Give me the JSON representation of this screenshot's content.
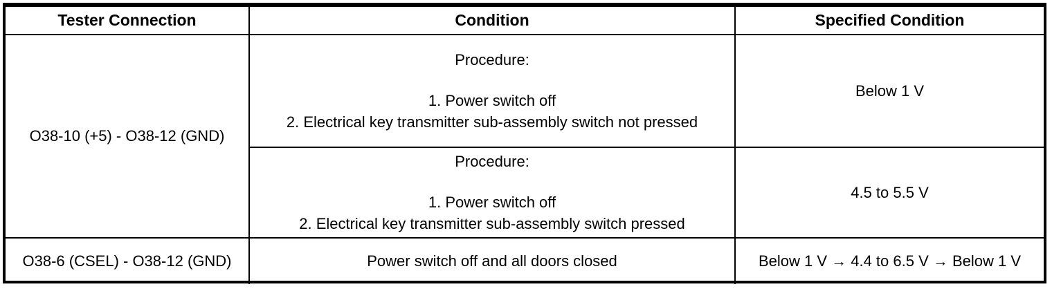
{
  "table": {
    "headers": [
      "Tester Connection",
      "Condition",
      "Specified Condition"
    ],
    "rows": [
      {
        "tester_connection": "O38-10 (+5) - O38-12 (GND)",
        "condition": {
          "title": "Procedure:",
          "steps": [
            "1.  Power switch off",
            "2.  Electrical key transmitter sub-assembly switch not pressed"
          ]
        },
        "specified_condition": "Below 1 V"
      },
      {
        "tester_connection": "",
        "condition": {
          "title": "Procedure:",
          "steps": [
            "1.  Power switch off",
            "2.  Electrical key transmitter sub-assembly switch pressed"
          ]
        },
        "specified_condition": "4.5 to 5.5 V"
      },
      {
        "tester_connection": "O38-6 (CSEL) - O38-12 (GND)",
        "condition": {
          "title": "",
          "steps": [
            "Power switch off and all doors closed"
          ]
        },
        "specified_condition": "Below 1 V → 4.4 to 6.5 V → Below 1 V"
      }
    ]
  },
  "colors": {
    "border": "#000000",
    "text": "#000000",
    "background": "#ffffff"
  }
}
